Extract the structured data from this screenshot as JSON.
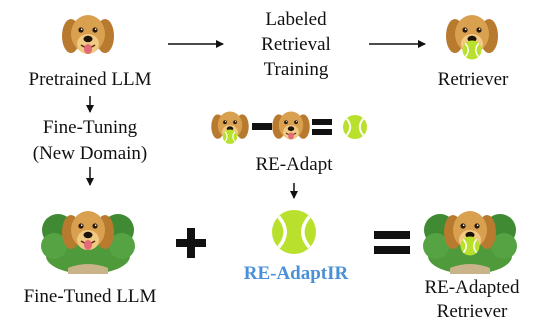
{
  "nodes": {
    "pretrained": "Pretrained LLM",
    "labeled_training_line1": "Labeled",
    "labeled_training_line2": "Retrieval",
    "labeled_training_line3": "Training",
    "retriever": "Retriever",
    "fine_tuning_line1": "Fine-Tuning",
    "fine_tuning_line2": "(New Domain)",
    "re_adapt": "RE-Adapt",
    "fine_tuned": "Fine-Tuned LLM",
    "re_adaptir": "RE-AdaptIR",
    "re_adapted_line1": "RE-Adapted",
    "re_adapted_line2": "Retriever"
  },
  "colors": {
    "accent": "#4a90d9",
    "text": "#111111",
    "fur": "#d9a04f",
    "fur_dark": "#b87a2e",
    "ball": "#b9e02c",
    "grass": "#4f9a3a",
    "tree": "#3f8a32"
  },
  "icons": {
    "dog": "golden-retriever-dog-icon",
    "dog_ball": "dog-with-tennis-ball-icon",
    "ball": "tennis-ball-icon",
    "dog_scene": "dog-in-forest-scene-icon",
    "dog_ball_scene": "dog-with-ball-in-forest-scene-icon"
  }
}
